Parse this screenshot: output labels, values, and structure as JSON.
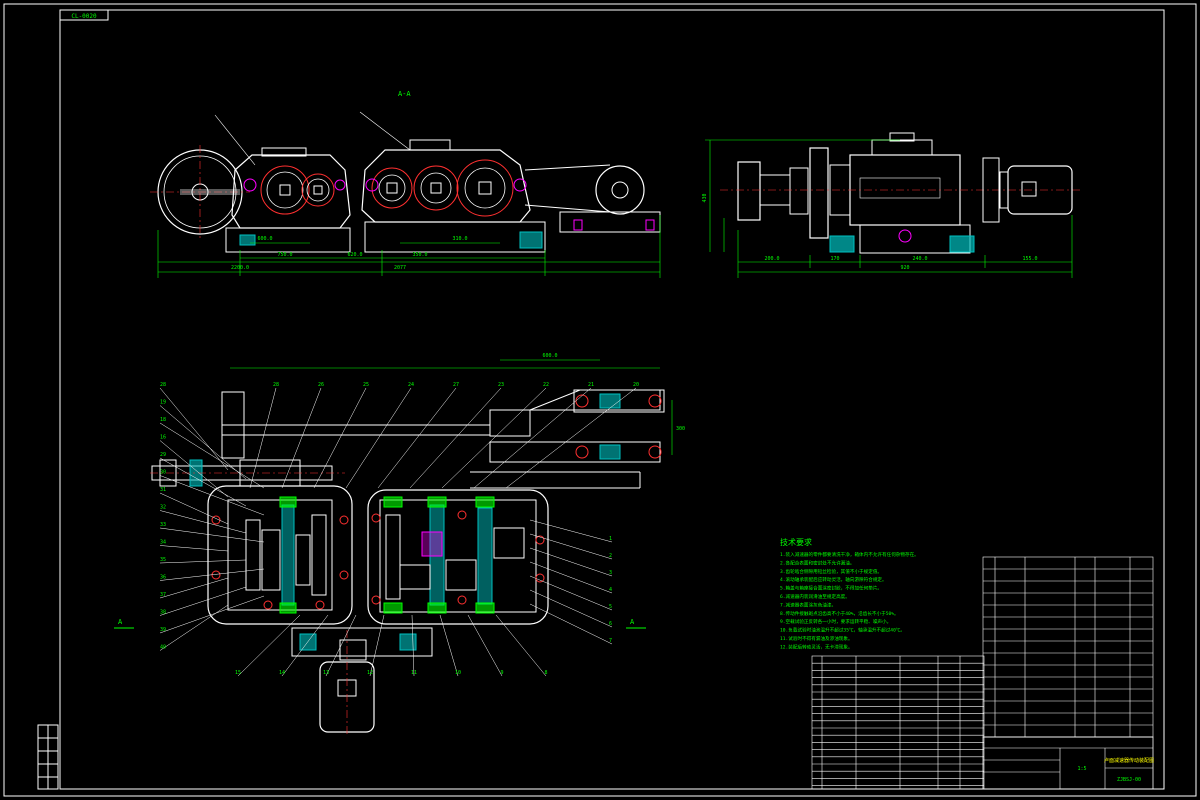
{
  "drawing_number": "CL-0020",
  "view_label": "A-A",
  "section_marks": [
    "A",
    "A"
  ],
  "dimensions": {
    "front_total": "2077",
    "front_overall": "2200.0",
    "front_a": "750.0",
    "front_b": "620.0",
    "front_c": "350.0",
    "front_d": "600.0",
    "front_e": "310.0",
    "side_total": "920",
    "side_a": "200.0",
    "side_b": "170",
    "side_c": "240.0",
    "side_d": "155.0",
    "side_height": "430",
    "plan_top": "600.0",
    "plan_side": "300"
  },
  "tech_req_title": "技术要求",
  "tech_req_items": [
    "1.装入减速器的零件都要清洗干净，箱体内不允许有任何杂物存在。",
    "2.各配合表面和密封处不允许漏油。",
    "3.齿轮啮合侧隙用铅丝检验，其值不小于规定值。",
    "4.滚动轴承装配后应转动灵活，轴向游隙符合规定。",
    "5.箱盖与箱座接合面涂密封胶，不得加任何垫片。",
    "6.减速器内装润滑油至规定高度。",
    "7.减速器表面涂灰色油漆。",
    "8.传动件接触斑点沿齿高不小于40%，沿齿长不小于50%。",
    "9.空载试验正反转各一小时，要求运转平稳、噪声小。",
    "10.负载试验时油池温升不超过35℃，轴承温升不超过40℃。",
    "11.试验时不得有漏油及渗油现象。",
    "12.装配后转动灵活，无卡滞现象。"
  ],
  "title_block": {
    "drawing_title": "卢面减速器传动装配图",
    "drawing_code": "ZJBSJ-00",
    "scale": "1:5"
  },
  "left_callouts": [
    "28",
    "19",
    "18",
    "16",
    "29",
    "30",
    "31",
    "32",
    "33",
    "34",
    "35",
    "36",
    "37",
    "38",
    "39",
    "40"
  ],
  "top_callouts": [
    "28",
    "26",
    "25",
    "24",
    "27",
    "23",
    "22",
    "21",
    "20"
  ],
  "right_callouts": [
    "1",
    "2",
    "3",
    "4",
    "5",
    "6",
    "7"
  ],
  "bottom_callouts": [
    "15",
    "14",
    "13",
    "12",
    "11",
    "10",
    "9",
    "8"
  ],
  "colors": {
    "background": "#000000",
    "outline": "#ffffff",
    "dimension": "#00ff00",
    "center_line": "#ff3030",
    "hatch": "#00c0c0",
    "highlight": "#ff00ff",
    "text": "#ffff00",
    "border": "#ffffff"
  }
}
